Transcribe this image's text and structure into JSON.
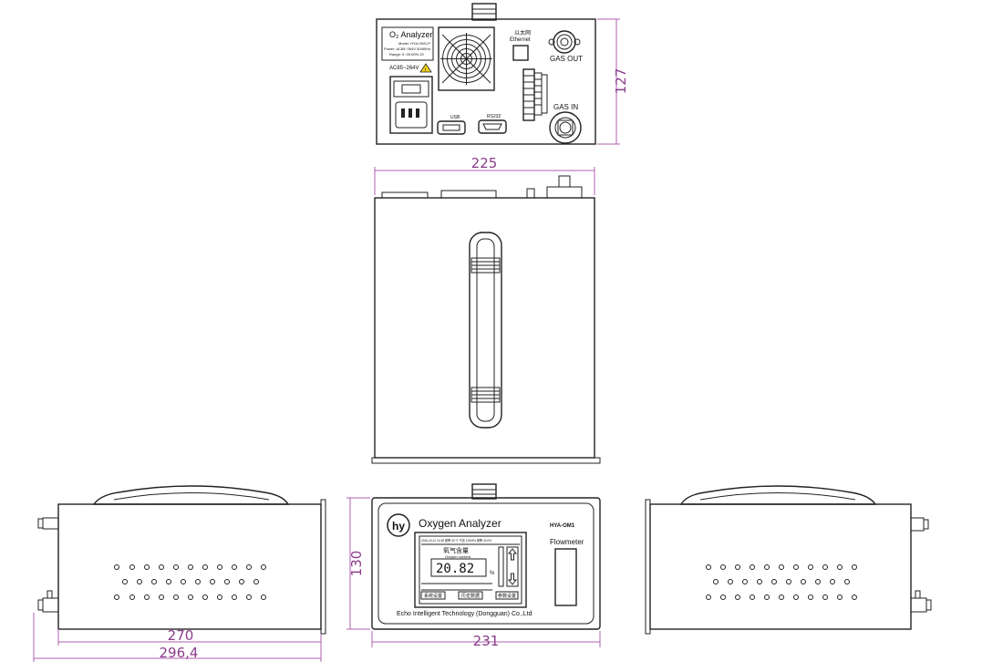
{
  "dimensions": {
    "rear_height": "127",
    "top_width": "225",
    "front_height": "130",
    "front_width": "231",
    "side_body_length": "270",
    "side_total_length": "296,4"
  },
  "rear_panel": {
    "title": "O₂ Analyzer",
    "model": "Model: HYA-OM1-P",
    "power": "Power: AC85~264V 50/60Hz",
    "range": "Range: 0~25.00% 20",
    "voltage": "AC85~264V",
    "ethernet_cn": "以太网",
    "ethernet": "Ethernet",
    "gas_out": "GAS OUT",
    "gas_in": "GAS IN",
    "usb": "USB",
    "rs232": "RS232"
  },
  "front_panel": {
    "logo": "hy",
    "title": "Oxygen Analyzer",
    "model": "HYA-OM1",
    "flowmeter": "Flowmeter",
    "company": "Echo Intelligent Technology (Dongguan) Co.,Ltd",
    "screen_status": "2016-10-11 14:38  报警  30  ℃  气压  1000Pa  报警 40.0%",
    "screen_heading": "氧气含量",
    "screen_sub": "Oxygen content",
    "reading": "20.82",
    "unit": "%",
    "soft_key_1": "系统设置",
    "soft_key_2": "历史数据",
    "soft_key_3": "参数设置"
  }
}
